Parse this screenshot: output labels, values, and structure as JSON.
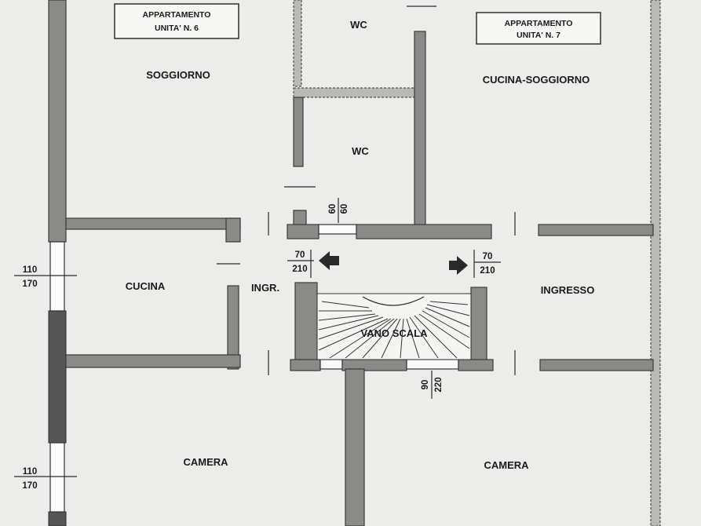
{
  "units": [
    {
      "line1": "APPARTAMENTO",
      "line2": "UNITA' N. 6"
    },
    {
      "line1": "APPARTAMENTO",
      "line2": "UNITA' N. 7"
    }
  ],
  "rooms": {
    "wc_top": "WC",
    "wc_mid": "WC",
    "soggiorno": "SOGGIORNO",
    "cucina_soggiorno": "CUCINA-SOGGIORNO",
    "cucina": "CUCINA",
    "ingr": "INGR.",
    "ingresso": "INGRESSO",
    "vano_scala": "VANO SCALA",
    "camera_left": "CAMERA",
    "camera_right": "CAMERA"
  },
  "dimensions": {
    "window_left_top": {
      "width": "110",
      "height": "170"
    },
    "window_left_bottom": {
      "width": "110",
      "height": "170"
    },
    "door_left": {
      "width": "70",
      "height": "210"
    },
    "door_right": {
      "width": "70",
      "height": "210"
    },
    "window_top": {
      "width": "60",
      "height": "60"
    },
    "window_bottom": {
      "width": "90",
      "height": "220"
    }
  }
}
